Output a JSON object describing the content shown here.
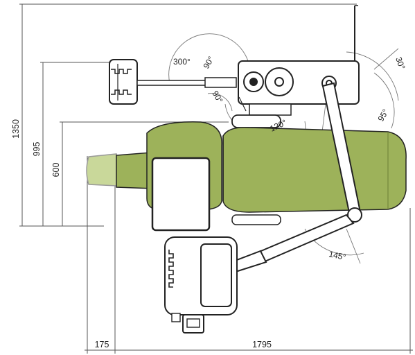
{
  "dimensions": {
    "height_total": "1350",
    "height_mid": "995",
    "height_low": "600",
    "width_left": "175",
    "width_main": "1795"
  },
  "angles": {
    "tray_swing": "300°",
    "tray_up": "90°",
    "tray_down": "90°",
    "lamp_tilt": "30°",
    "lamp_arm": "95°",
    "lamp_center": "120°",
    "dentist_arm": "145°"
  },
  "colors": {
    "upholstery": "#9db25a",
    "upholstery_light": "#c9d89a",
    "line": "#222222",
    "unit_fill": "#ffffff",
    "dim_line": "#555555"
  }
}
